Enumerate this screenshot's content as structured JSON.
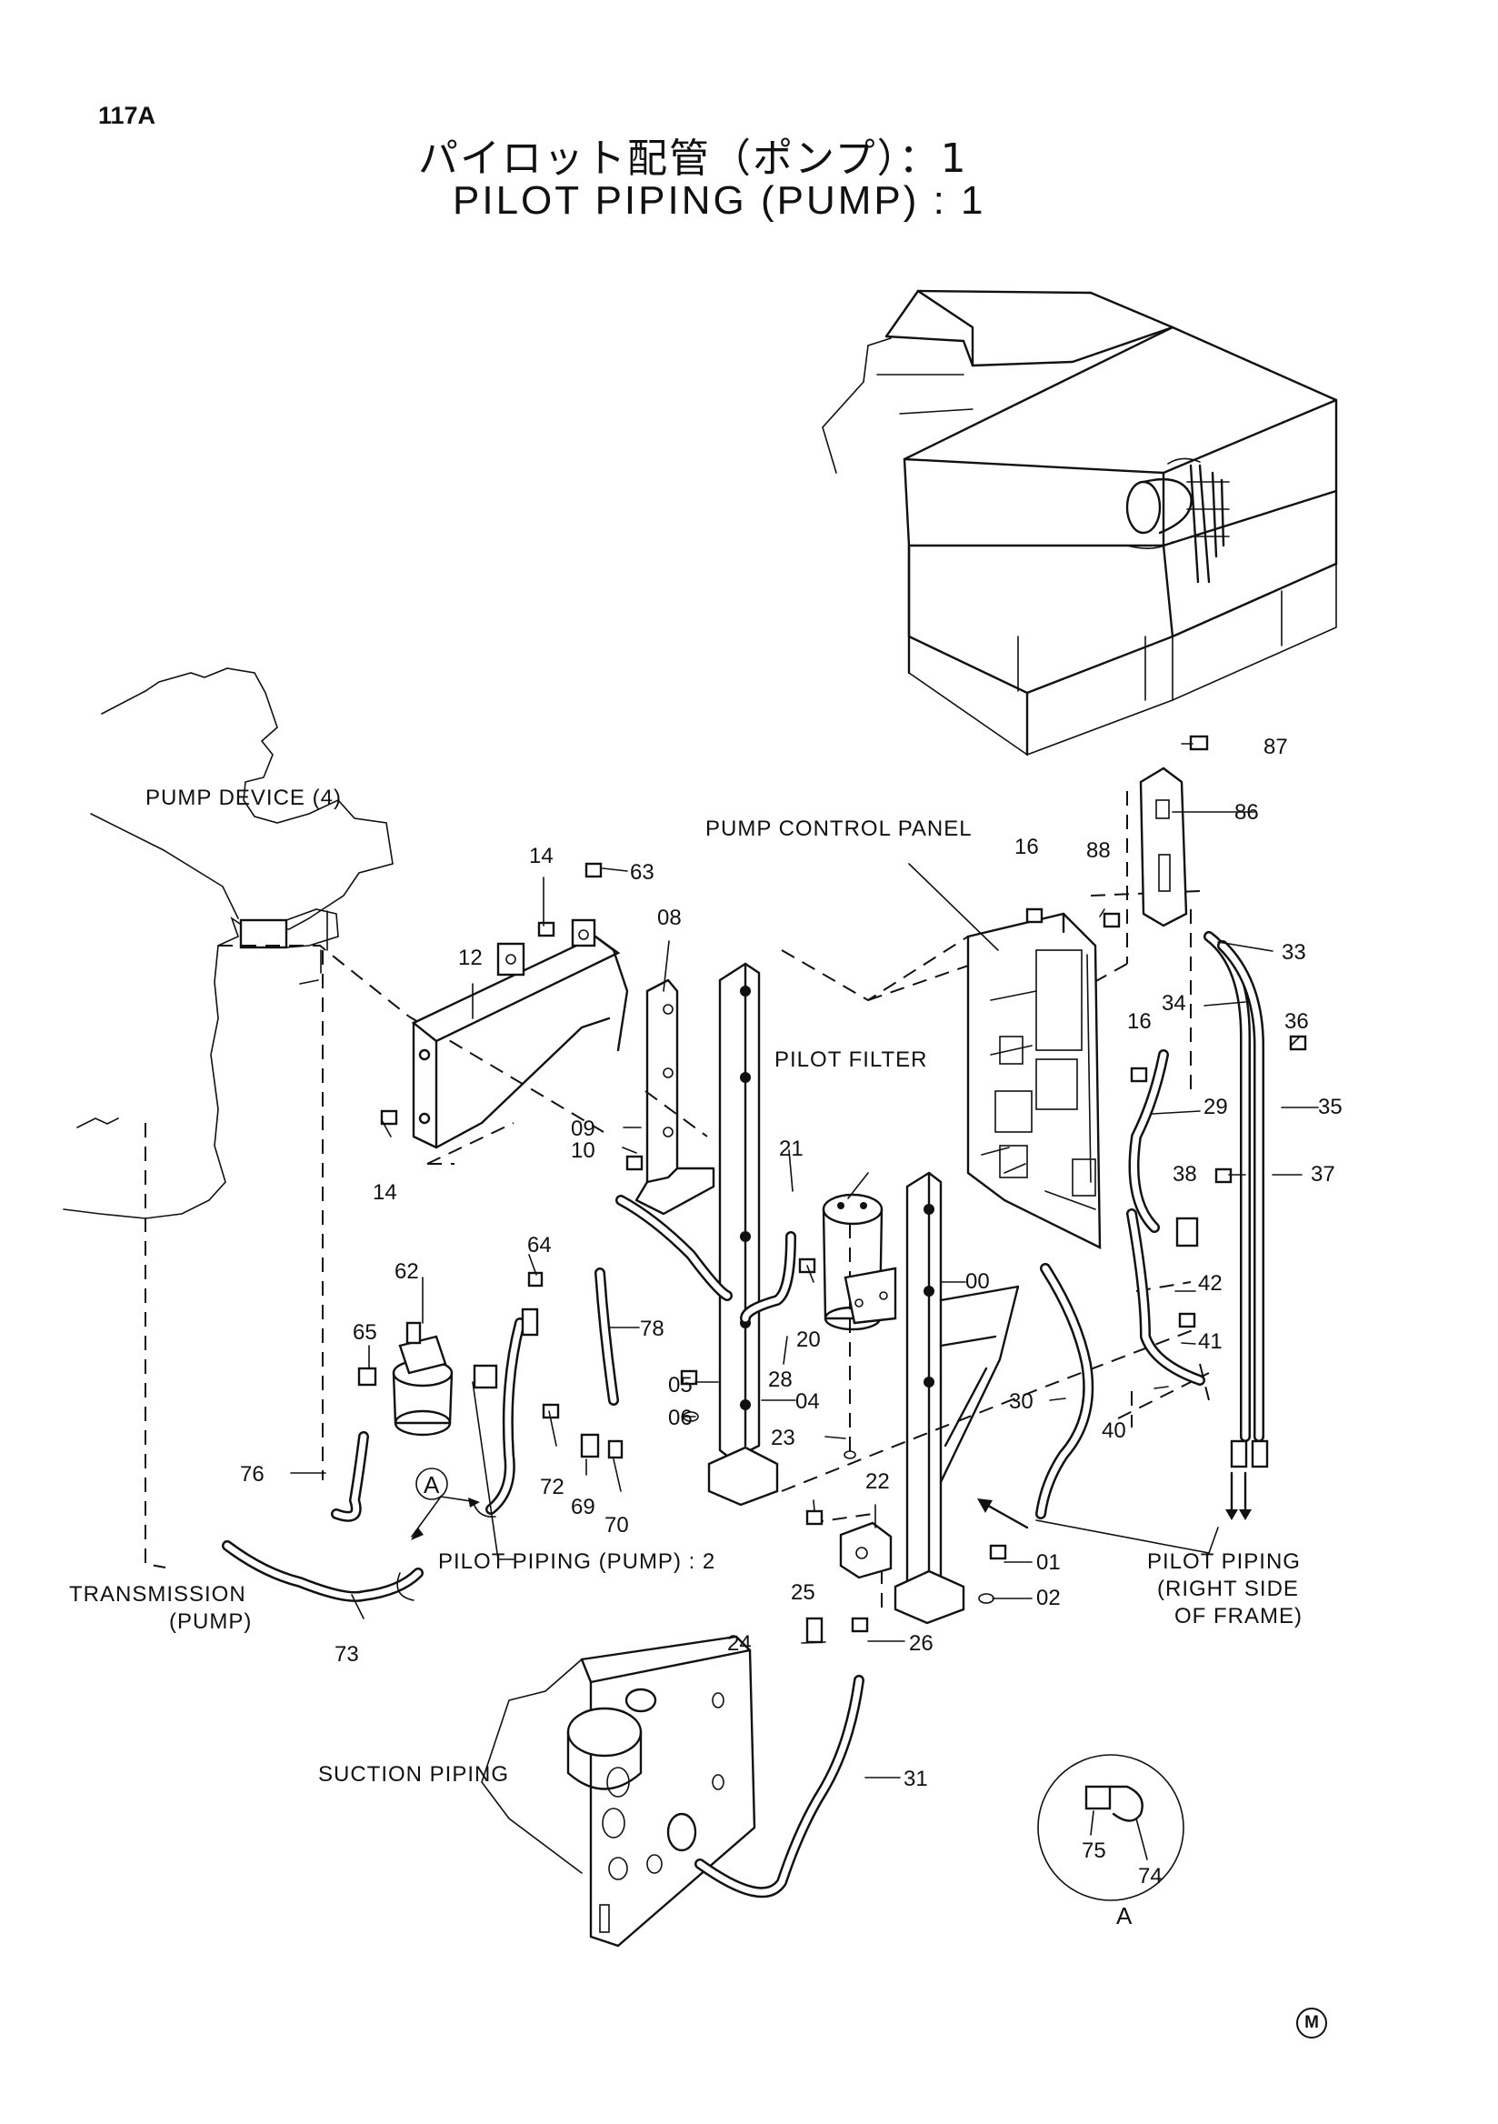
{
  "page": {
    "code": "117A",
    "title_jp": "パイロット配管（ポンプ）：1",
    "title_en": "PILOT PIPING (PUMP) : 1",
    "mark": "M"
  },
  "labels": {
    "pump_device": "PUMP DEVICE (4)",
    "pump_control_panel": "PUMP CONTROL PANEL",
    "pilot_filter": "PILOT FILTER",
    "pilot_piping_pump_2": "PILOT PIPING (PUMP) : 2",
    "transmission_1": "TRANSMISSION",
    "transmission_2": "(PUMP)",
    "suction_piping": "SUCTION PIPING",
    "right_side_1": "PILOT PIPING",
    "right_side_2": "(RIGHT SIDE",
    "right_side_3": "OF FRAME)",
    "view_a_callout": "A",
    "view_a_letter": "A"
  },
  "part_numbers": {
    "p00": "00",
    "p01": "01",
    "p02": "02",
    "p04": "04",
    "p05": "05",
    "p06": "06",
    "p08": "08",
    "p09": "09",
    "p10": "10",
    "p12": "12",
    "p14a": "14",
    "p14b": "14",
    "p16a": "16",
    "p16b": "16",
    "p20": "20",
    "p21": "21",
    "p22": "22",
    "p23": "23",
    "p24": "24",
    "p25": "25",
    "p26": "26",
    "p28": "28",
    "p29": "29",
    "p30": "30",
    "p31": "31",
    "p33": "33",
    "p34": "34",
    "p35": "35",
    "p36": "36",
    "p37": "37",
    "p38": "38",
    "p40": "40",
    "p41": "41",
    "p42": "42",
    "p62": "62",
    "p63": "63",
    "p64": "64",
    "p65": "65",
    "p69": "69",
    "p70": "70",
    "p72": "72",
    "p73": "73",
    "p74": "74",
    "p75": "75",
    "p76": "76",
    "p78": "78",
    "p86": "86",
    "p87": "87",
    "p88": "88"
  }
}
